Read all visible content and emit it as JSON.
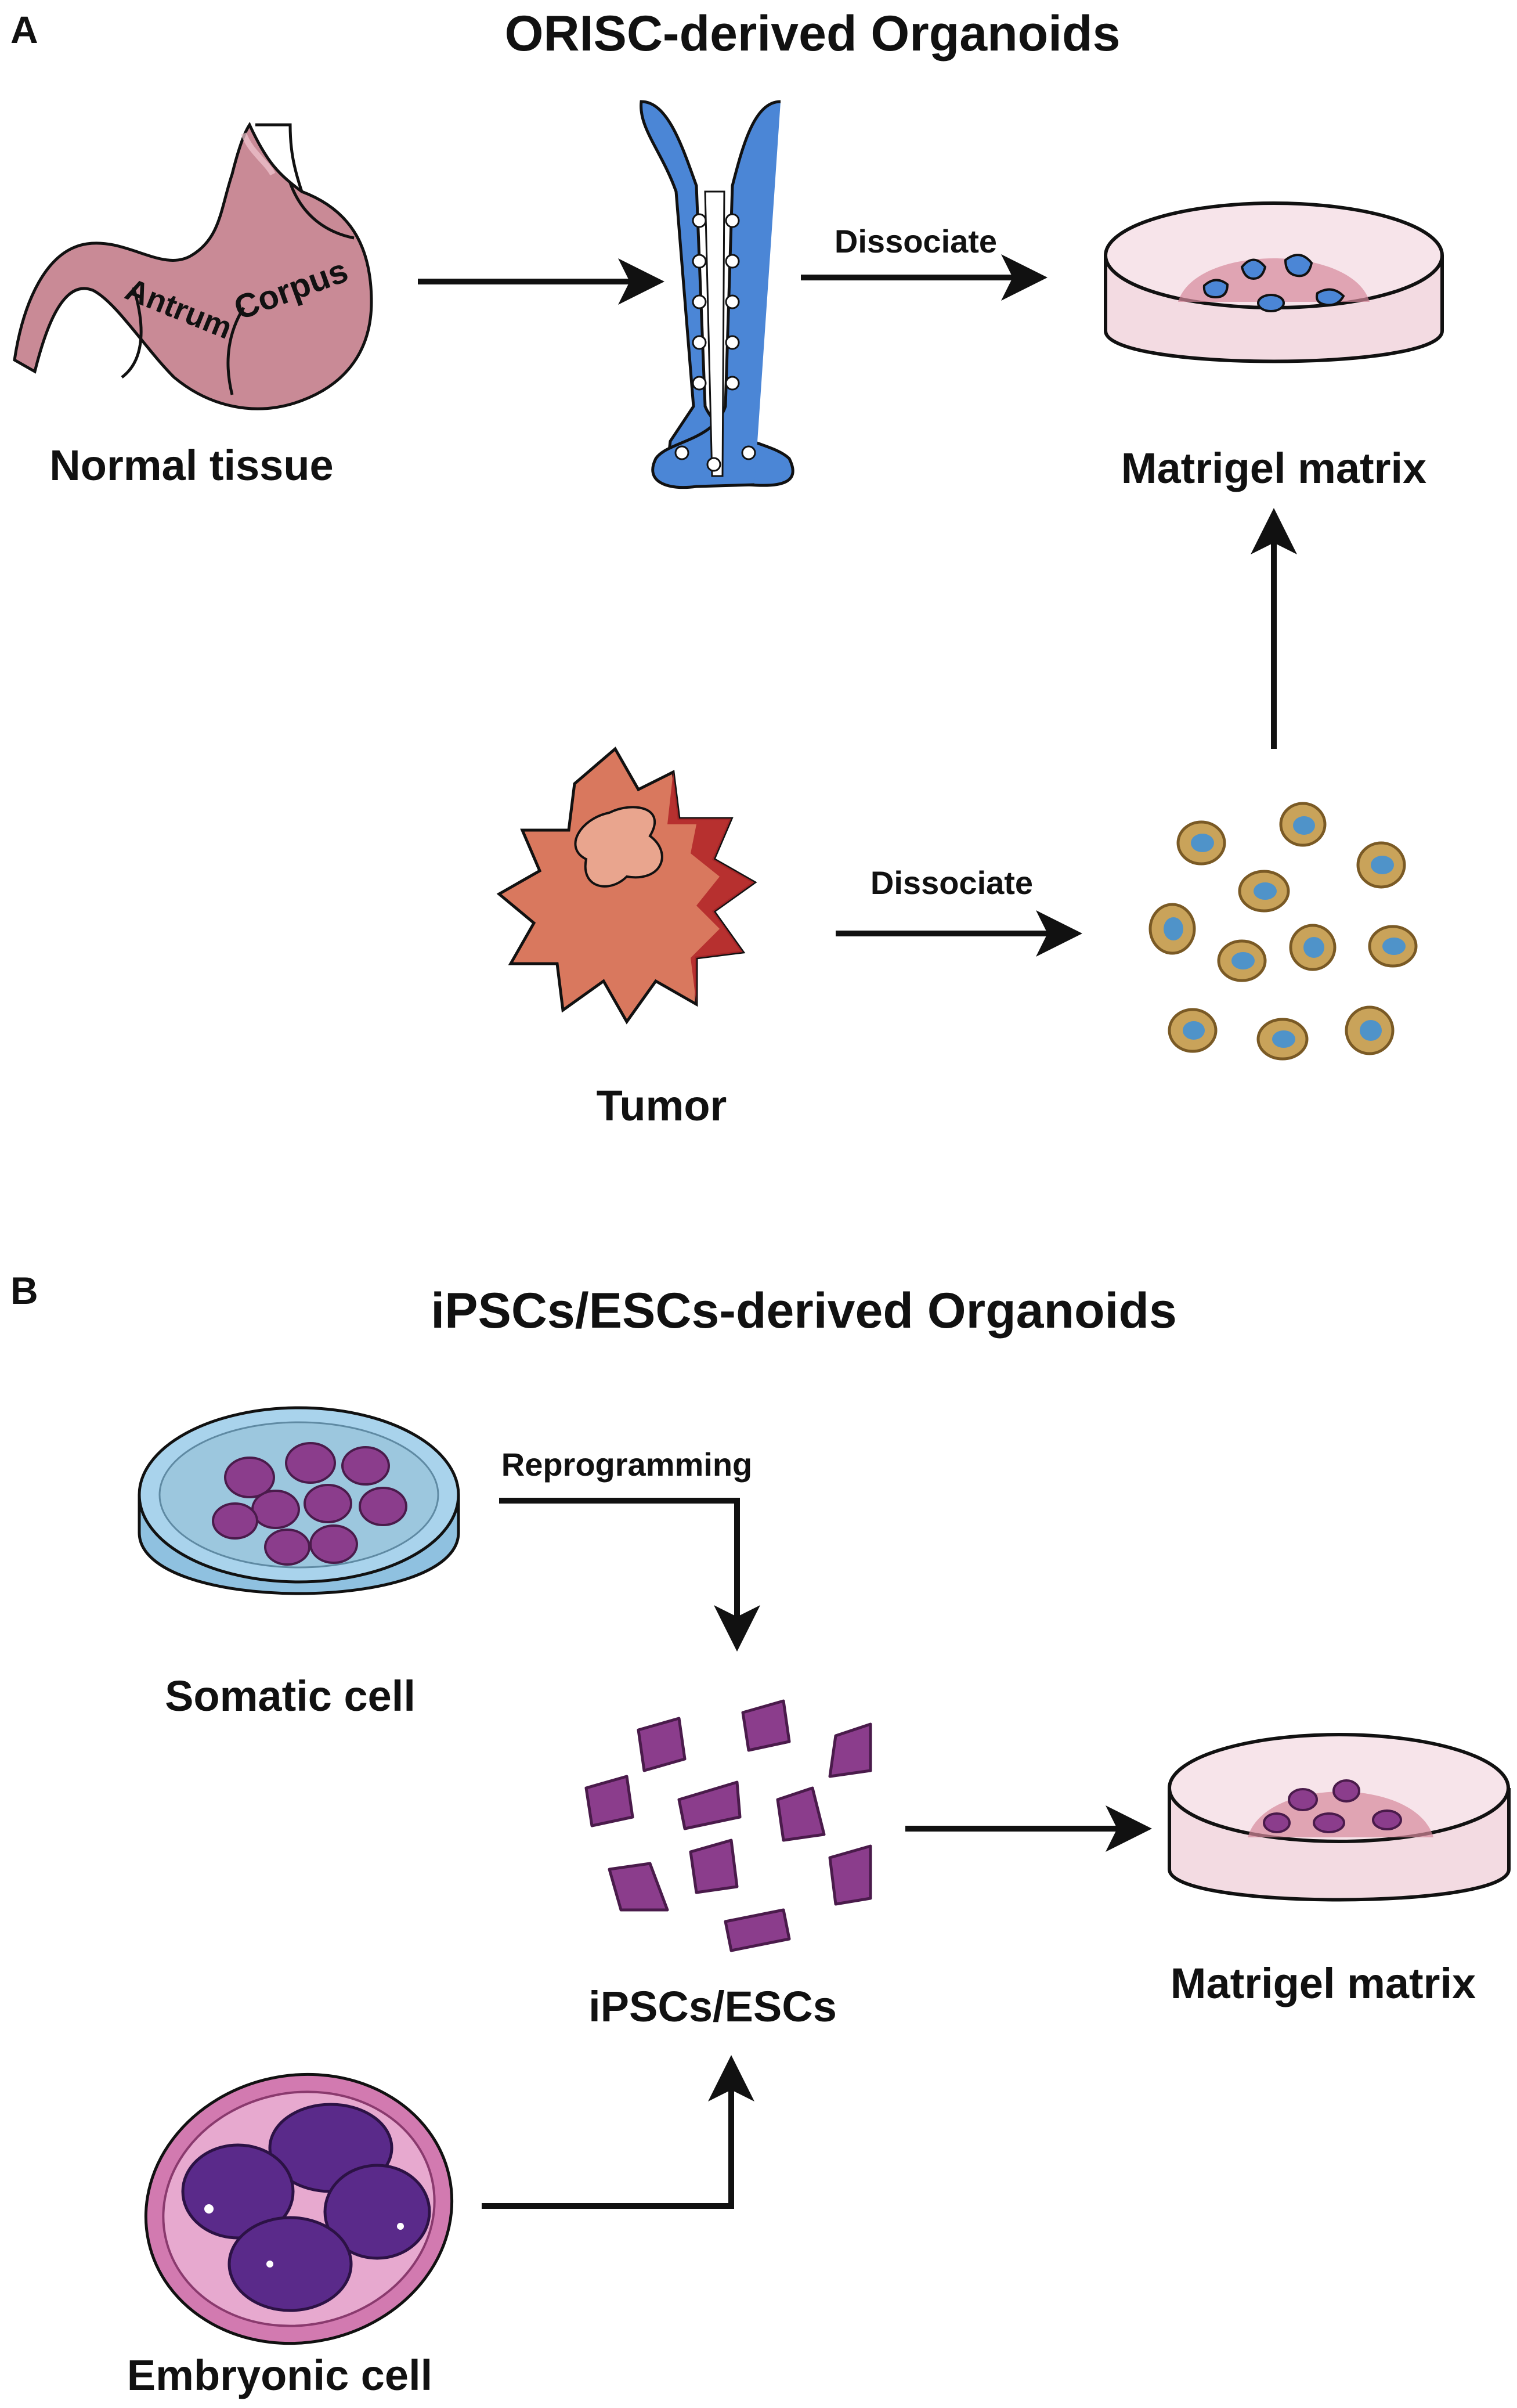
{
  "panel_a": {
    "letter": "A",
    "title": "ORISC-derived Organoids",
    "stomach_region_antrum": "Antrum",
    "stomach_region_corpus": "Corpus",
    "normal_tissue_label": "Normal tissue",
    "dissociate_top_label": "Dissociate",
    "matrigel_label": "Matrigel matrix",
    "tumor_label": "Tumor",
    "dissociate_bottom_label": "Dissociate"
  },
  "panel_b": {
    "letter": "B",
    "title": "iPSCs/ESCs-derived Organoids",
    "reprogramming_label": "Reprogramming",
    "somatic_label": "Somatic cell",
    "ipsc_label": "iPSCs/ESCs",
    "matrigel_label": "Matrigel matrix",
    "embryonic_label": "Embryonic cell"
  },
  "colors": {
    "stomach": "#c98a96",
    "crypt": "#4b86d6",
    "dish": "#f3dbe2",
    "tumor": "#d9785e",
    "tumor_edge": "#b3282a",
    "tumor_cell": "#c9a35a",
    "tumor_nucleus": "#4f93c9",
    "stem_cell": "#8b3d8c",
    "somatic_dish": "#a9d3ec",
    "embryo": "#d27ab0",
    "embryo_cell": "#5a2a8a"
  }
}
